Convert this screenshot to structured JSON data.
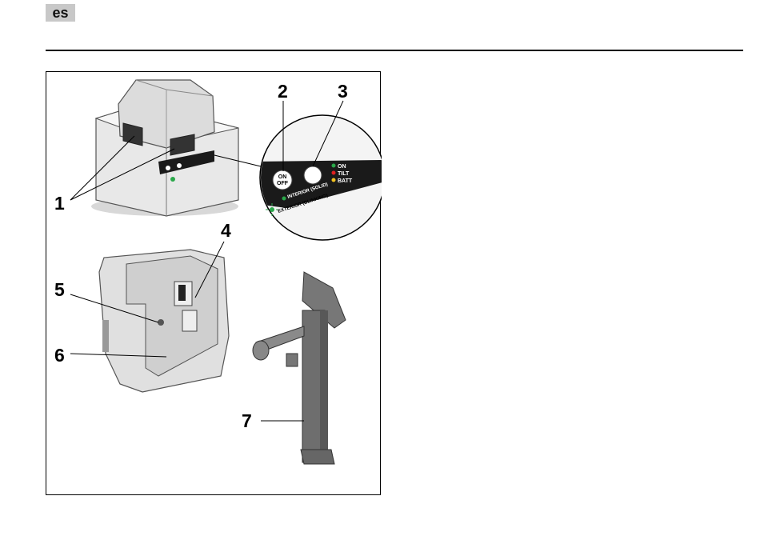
{
  "header": {
    "language_code": "es"
  },
  "figure": {
    "callouts": [
      "1",
      "2",
      "3",
      "4",
      "5",
      "6",
      "7"
    ],
    "panel": {
      "power_label_on": "ON",
      "power_label_off": "OFF",
      "indicator_on": "ON",
      "indicator_tilt": "TILT",
      "indicator_batt": "BATT",
      "mode_interior": "INTERIOR (SOLID)",
      "mode_exterior": "EXTERIOR (BLINKING)"
    },
    "colors": {
      "led_on": "#2aa84a",
      "led_tilt": "#e02020",
      "led_batt": "#f0c020",
      "panel_bg": "#1a1a1a"
    }
  }
}
